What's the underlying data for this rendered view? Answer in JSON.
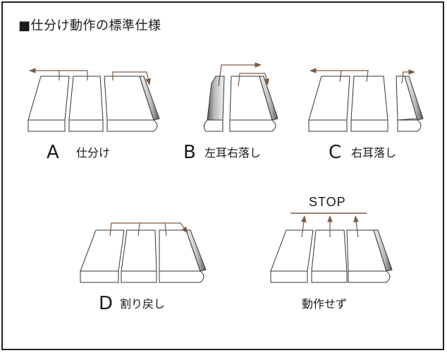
{
  "title": "■仕分け動作の標準仕様",
  "panels": [
    {
      "letter": "A",
      "label": "仕分け"
    },
    {
      "letter": "B",
      "label": "左耳右落し"
    },
    {
      "letter": "C",
      "label": "右耳落し"
    },
    {
      "letter": "D",
      "label": "割り戻し"
    },
    {
      "letter": "",
      "label": "動作せず"
    }
  ],
  "stop_label": "STOP"
}
